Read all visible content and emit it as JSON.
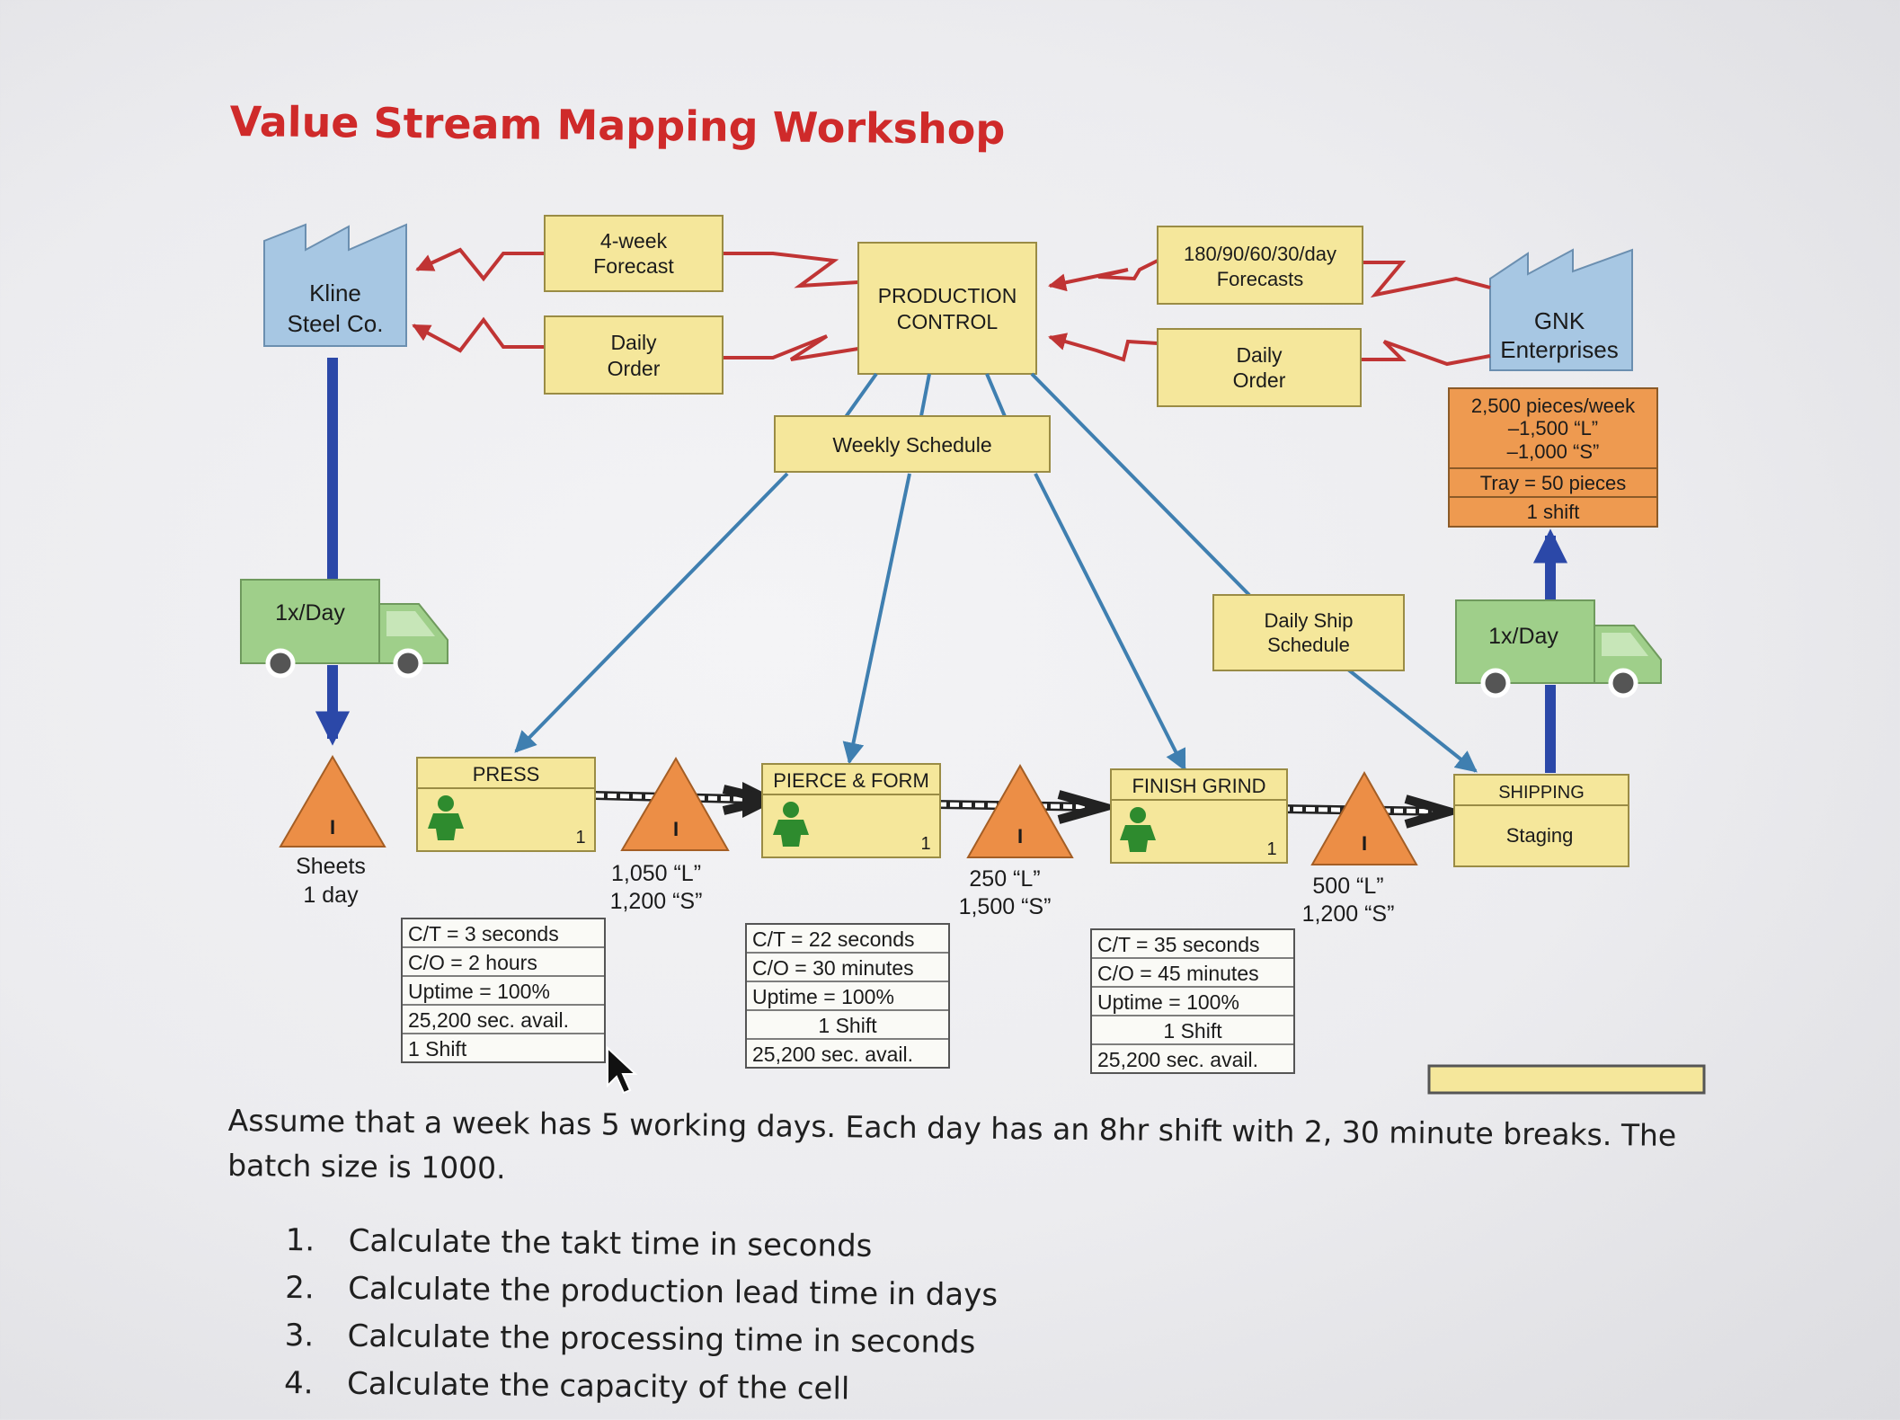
{
  "title": "Value Stream Mapping Workshop",
  "diagram": {
    "supplier": {
      "line1": "Kline",
      "line2": "Steel Co."
    },
    "customer": {
      "line1": "GNK",
      "line2": "Enterprises"
    },
    "production_control": {
      "line1": "PRODUCTION",
      "line2": "CONTROL"
    },
    "forecast_to_supplier": {
      "line1": "4-week",
      "line2": "Forecast"
    },
    "order_to_supplier": {
      "line1": "Daily",
      "line2": "Order"
    },
    "forecast_from_customer": {
      "line1": "180/90/60/30/day",
      "line2": "Forecasts"
    },
    "order_from_customer": {
      "line1": "Daily",
      "line2": "Order"
    },
    "weekly_schedule": "Weekly Schedule",
    "daily_ship_schedule": {
      "line1": "Daily Ship",
      "line2": "Schedule"
    },
    "customer_data": {
      "demand": "2,500 pieces/week",
      "large": "–1,500 “L”",
      "small": "–1,000 “S”",
      "tray": "Tray = 50 pieces",
      "shift": "1 shift"
    },
    "inbound_truck": "1x/Day",
    "outbound_truck": "1x/Day",
    "raw_inventory": {
      "symbol": "I",
      "line1": "Sheets",
      "line2": "1 day"
    },
    "press": {
      "name": "PRESS",
      "operators": "1",
      "data": [
        "C/T = 3 seconds",
        "C/O = 2 hours",
        "Uptime = 100%",
        "25,200 sec. avail.",
        "1 Shift"
      ]
    },
    "inv_after_press": {
      "symbol": "I",
      "line1": "1,050 “L”",
      "line2": "1,200 “S”"
    },
    "pierce_form": {
      "name": "PIERCE & FORM",
      "operators": "1",
      "data": [
        "C/T = 22 seconds",
        "C/O = 30 minutes",
        "Uptime = 100%",
        "1 Shift",
        "25,200 sec. avail."
      ]
    },
    "inv_after_pierce": {
      "symbol": "I",
      "line1": "250 “L”",
      "line2": "1,500 “S”"
    },
    "finish_grind": {
      "name": "FINISH GRIND",
      "operators": "1",
      "data": [
        "C/T = 35 seconds",
        "C/O = 45 minutes",
        "Uptime = 100%",
        "1 Shift",
        "25,200 sec. avail."
      ]
    },
    "inv_after_grind": {
      "symbol": "I",
      "line1": "500 “L”",
      "line2": "1,200 “S”"
    },
    "shipping": {
      "name": "SHIPPING",
      "sub": "Staging"
    },
    "colors": {
      "factory": "#a7c7e3",
      "info_box": "#f5e79b",
      "customer_box": "#ee9a50",
      "triangle": "#ec8e46",
      "truck": "#9fcf8a",
      "operator": "#2e8b2e",
      "info_arrow": "#3f7fb0",
      "material_arrow": "#2b48a8",
      "electronic_line": "#c03434"
    }
  },
  "assumption": "Assume that a week has 5 working days. Each day has an 8hr shift with 2, 30 minute breaks. The batch size is 1000.",
  "questions": [
    {
      "number": "1.",
      "text": "Calculate the takt time in seconds"
    },
    {
      "number": "2.",
      "text": "Calculate the production lead time in days"
    },
    {
      "number": "3.",
      "text": "Calculate the processing time in seconds"
    },
    {
      "number": "4.",
      "text": "Calculate the capacity of the cell"
    }
  ]
}
